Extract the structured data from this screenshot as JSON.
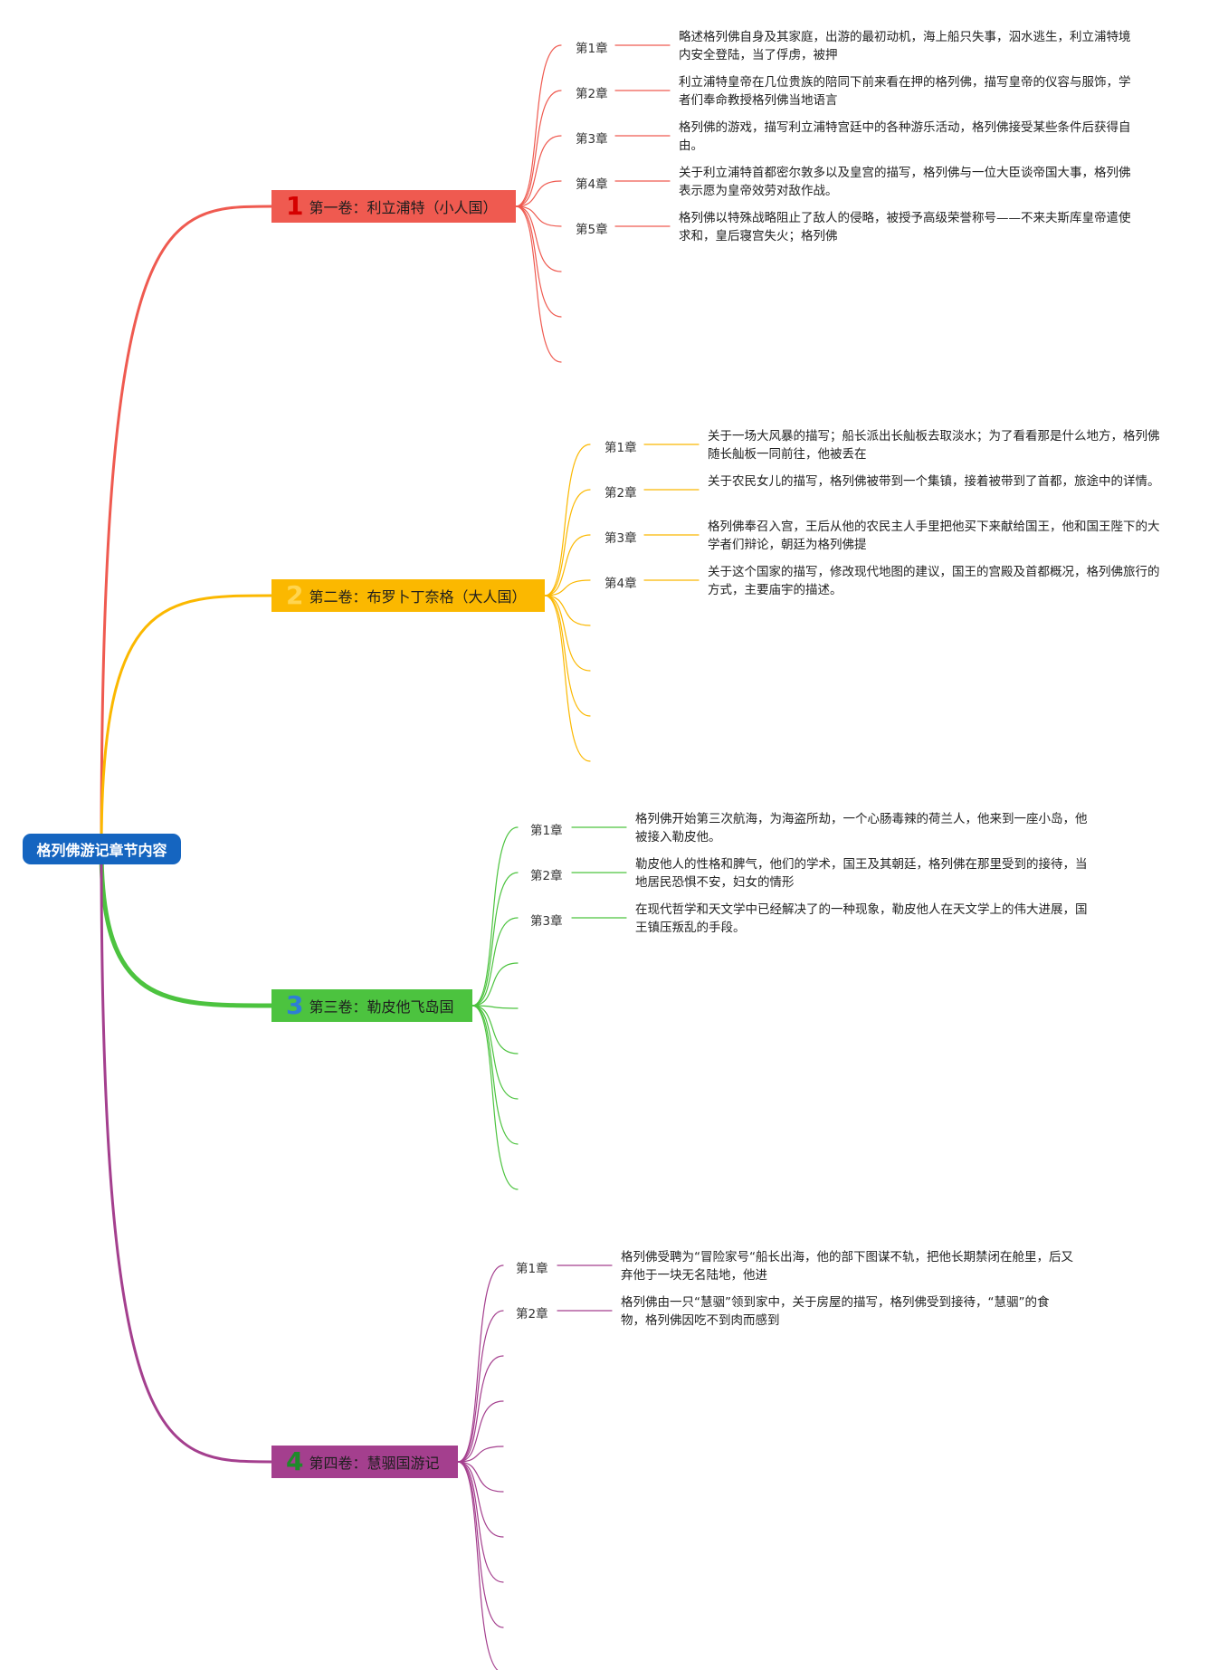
{
  "root": {
    "label": "格列佛游记章节内容"
  },
  "volumes": [
    {
      "number": "1",
      "label": "第一卷：利立浦特（小人国）",
      "color": "#ef5a50",
      "numColor": "#d50000",
      "chapters": [
        {
          "label": "第1章",
          "text": "略述格列佛自身及其家庭，出游的最初动机，海上船只失事，泅水逃生，利立浦特境内安全登陆，当了俘虏，被押"
        },
        {
          "label": "第2章",
          "text": "利立浦特皇帝在几位贵族的陪同下前来看在押的格列佛，描写皇帝的仪容与服饰，学者们奉命教授格列佛当地语言"
        },
        {
          "label": "第3章",
          "text": "格列佛的游戏，描写利立浦特宫廷中的各种游乐活动，格列佛接受某些条件后获得自由。"
        },
        {
          "label": "第4章",
          "text": "关于利立浦特首都密尔敦多以及皇宫的描写，格列佛与一位大臣谈帝国大事，格列佛表示愿为皇帝效劳对敌作战。"
        },
        {
          "label": "第5章",
          "text": "格列佛以特殊战略阻止了敌人的侵略，被授予高级荣誉称号——不来夫斯库皇帝遣使求和，皇后寝宫失火；格列佛"
        }
      ]
    },
    {
      "number": "2",
      "label": "第二卷：布罗卜丁奈格（大人国）",
      "color": "#fbb800",
      "numColor": "#ffd54f",
      "chapters": [
        {
          "label": "第1章",
          "text": "关于一场大风暴的描写；船长派出长舢板去取淡水；为了看看那是什么地方，格列佛随长舢板一同前往，他被丢在"
        },
        {
          "label": "第2章",
          "text": "关于农民女儿的描写，格列佛被带到一个集镇，接着被带到了首都，旅途中的详情。"
        },
        {
          "label": "第3章",
          "text": "格列佛奉召入宫，王后从他的农民主人手里把他买下来献给国王，他和国王陛下的大学者们辩论，朝廷为格列佛提"
        },
        {
          "label": "第4章",
          "text": "关于这个国家的描写，修改现代地图的建议，国王的宫殿及首都概况，格列佛旅行的方式，主要庙宇的描述。"
        }
      ]
    },
    {
      "number": "3",
      "label": "第三卷：勒皮他飞岛国",
      "color": "#4cc33f",
      "numColor": "#2e7ed6",
      "chapters": [
        {
          "label": "第1章",
          "text": "格列佛开始第三次航海，为海盗所劫，一个心肠毒辣的荷兰人，他来到一座小岛，他被接入勒皮他。"
        },
        {
          "label": "第2章",
          "text": "勒皮他人的性格和脾气，他们的学术，国王及其朝廷，格列佛在那里受到的接待，当地居民恐惧不安，妇女的情形"
        },
        {
          "label": "第3章",
          "text": "在现代哲学和天文学中已经解决了的一种现象，勒皮他人在天文学上的伟大进展，国王镇压叛乱的手段。"
        }
      ]
    },
    {
      "number": "4",
      "label": "第四卷：慧骃国游记",
      "color": "#a43f8e",
      "numColor": "#1e8a2a",
      "chapters": [
        {
          "label": "第1章",
          "text": "格列佛受聘为“冒险家号“船长出海，他的部下图谋不轨，把他长期禁闭在舱里，后又弃他于一块无名陆地，他进"
        },
        {
          "label": "第2章",
          "text": "格列佛由一只“慧骃”领到家中，关于房屋的描写，格列佛受到接待，“慧骃”的食物，格列佛因吃不到肉而感到"
        }
      ]
    }
  ]
}
